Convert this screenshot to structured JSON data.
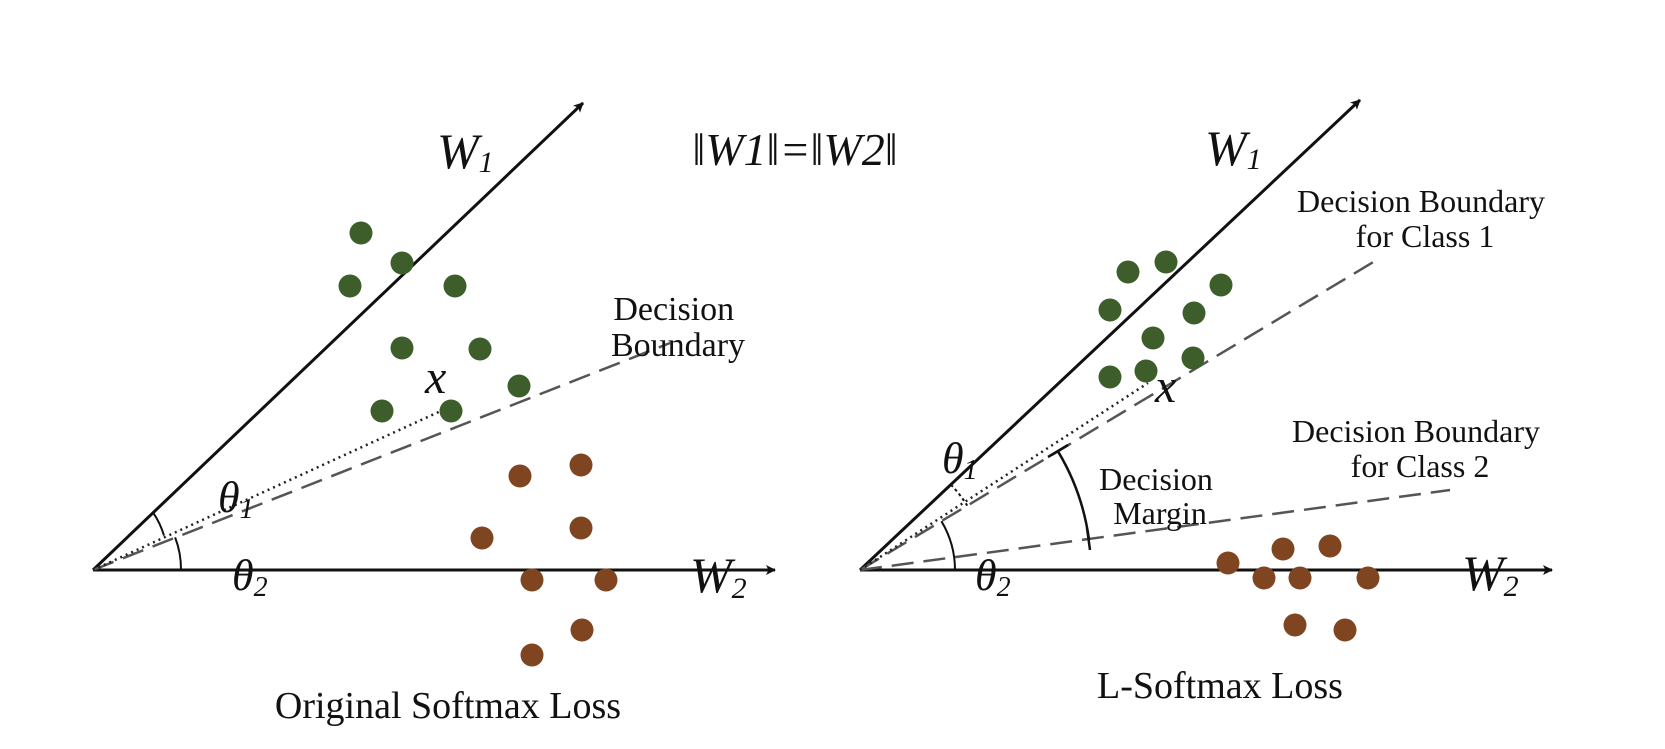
{
  "norm_equation": "‖W1‖=‖W2‖",
  "colors": {
    "class1": "#3d5e2b",
    "class2": "#7f4521",
    "ink": "#111111"
  },
  "panels": [
    {
      "caption": "Original Softmax Loss",
      "w1_label": "W",
      "w1_sub": "1",
      "w2_label": "W",
      "w2_sub": "2",
      "x_label": "x",
      "theta1_label": "θ",
      "theta1_sub": "1",
      "theta2_label": "θ",
      "theta2_sub": "2",
      "boundaries": [
        {
          "lines": [
            "Decision",
            "Boundary"
          ]
        }
      ]
    },
    {
      "caption": "L-Softmax Loss",
      "w1_label": "W",
      "w1_sub": "1",
      "w2_label": "W",
      "w2_sub": "2",
      "x_label": "x",
      "theta1_label": "θ",
      "theta1_sub": "1",
      "theta2_label": "θ",
      "theta2_sub": "2",
      "boundaries": [
        {
          "lines": [
            "Decision Boundary",
            "for Class 1"
          ]
        },
        {
          "lines": [
            "Decision Boundary",
            "for Class 2"
          ]
        }
      ],
      "margin_lines": [
        "Decision",
        "Margin"
      ]
    }
  ]
}
